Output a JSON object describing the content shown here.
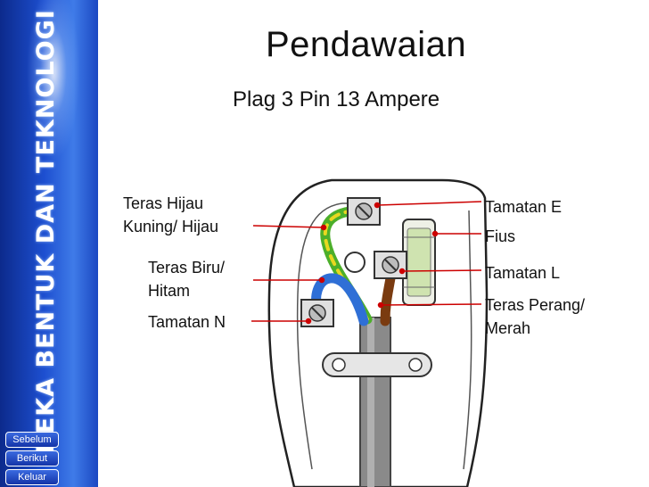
{
  "sidebar": {
    "vertical_title": "REKA BENTUK DAN TEKNOLOGI",
    "nav": {
      "prev": "Sebelum",
      "next": "Berikut",
      "exit": "Keluar"
    }
  },
  "header": {
    "title": "Pendawaian",
    "subtitle": "Plag 3 Pin 13 Ampere"
  },
  "labels": {
    "green_yellow_1": "Teras Hijau",
    "green_yellow_2": "Kuning/ Hijau",
    "blue_1": "Teras Biru/",
    "blue_2": "Hitam",
    "terminal_n": "Tamatan N",
    "terminal_e": "Tamatan E",
    "fuse": "Fius",
    "terminal_l": "Tamatan L",
    "brown_1": "Teras Perang/",
    "brown_2": "Merah"
  },
  "colors": {
    "sidebar": "#1d4fd0",
    "pointer": "#cc0000",
    "wire_green_yellow": "#4caf2a",
    "wire_blue": "#2f6fd6",
    "wire_brown": "#7a3b10"
  }
}
